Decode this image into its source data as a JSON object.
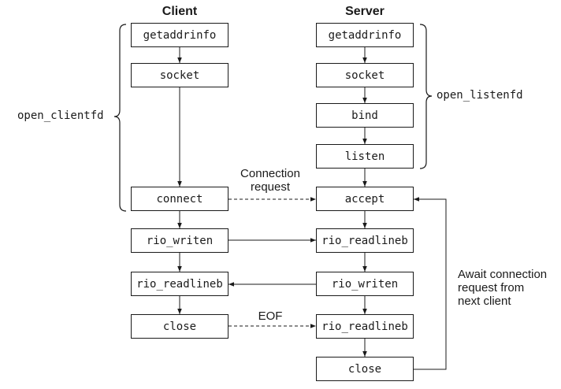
{
  "headers": {
    "client": "Client",
    "server": "Server"
  },
  "client_boxes": {
    "getaddrinfo": "getaddrinfo",
    "socket": "socket",
    "connect": "connect",
    "rio_writen": "rio_writen",
    "rio_readlineb": "rio_readlineb",
    "close": "close"
  },
  "server_boxes": {
    "getaddrinfo": "getaddrinfo",
    "socket": "socket",
    "bind": "bind",
    "listen": "listen",
    "accept": "accept",
    "rio_readlineb_1": "rio_readlineb",
    "rio_writen": "rio_writen",
    "rio_readlineb_2": "rio_readlineb",
    "close": "close"
  },
  "brackets": {
    "client": "open_clientfd",
    "server": "open_listenfd"
  },
  "annotations": {
    "connection_request": {
      "line1": "Connection",
      "line2": "request"
    },
    "eof": "EOF",
    "await": {
      "line1": "Await connection",
      "line2": "request from",
      "line3": "next client"
    }
  }
}
